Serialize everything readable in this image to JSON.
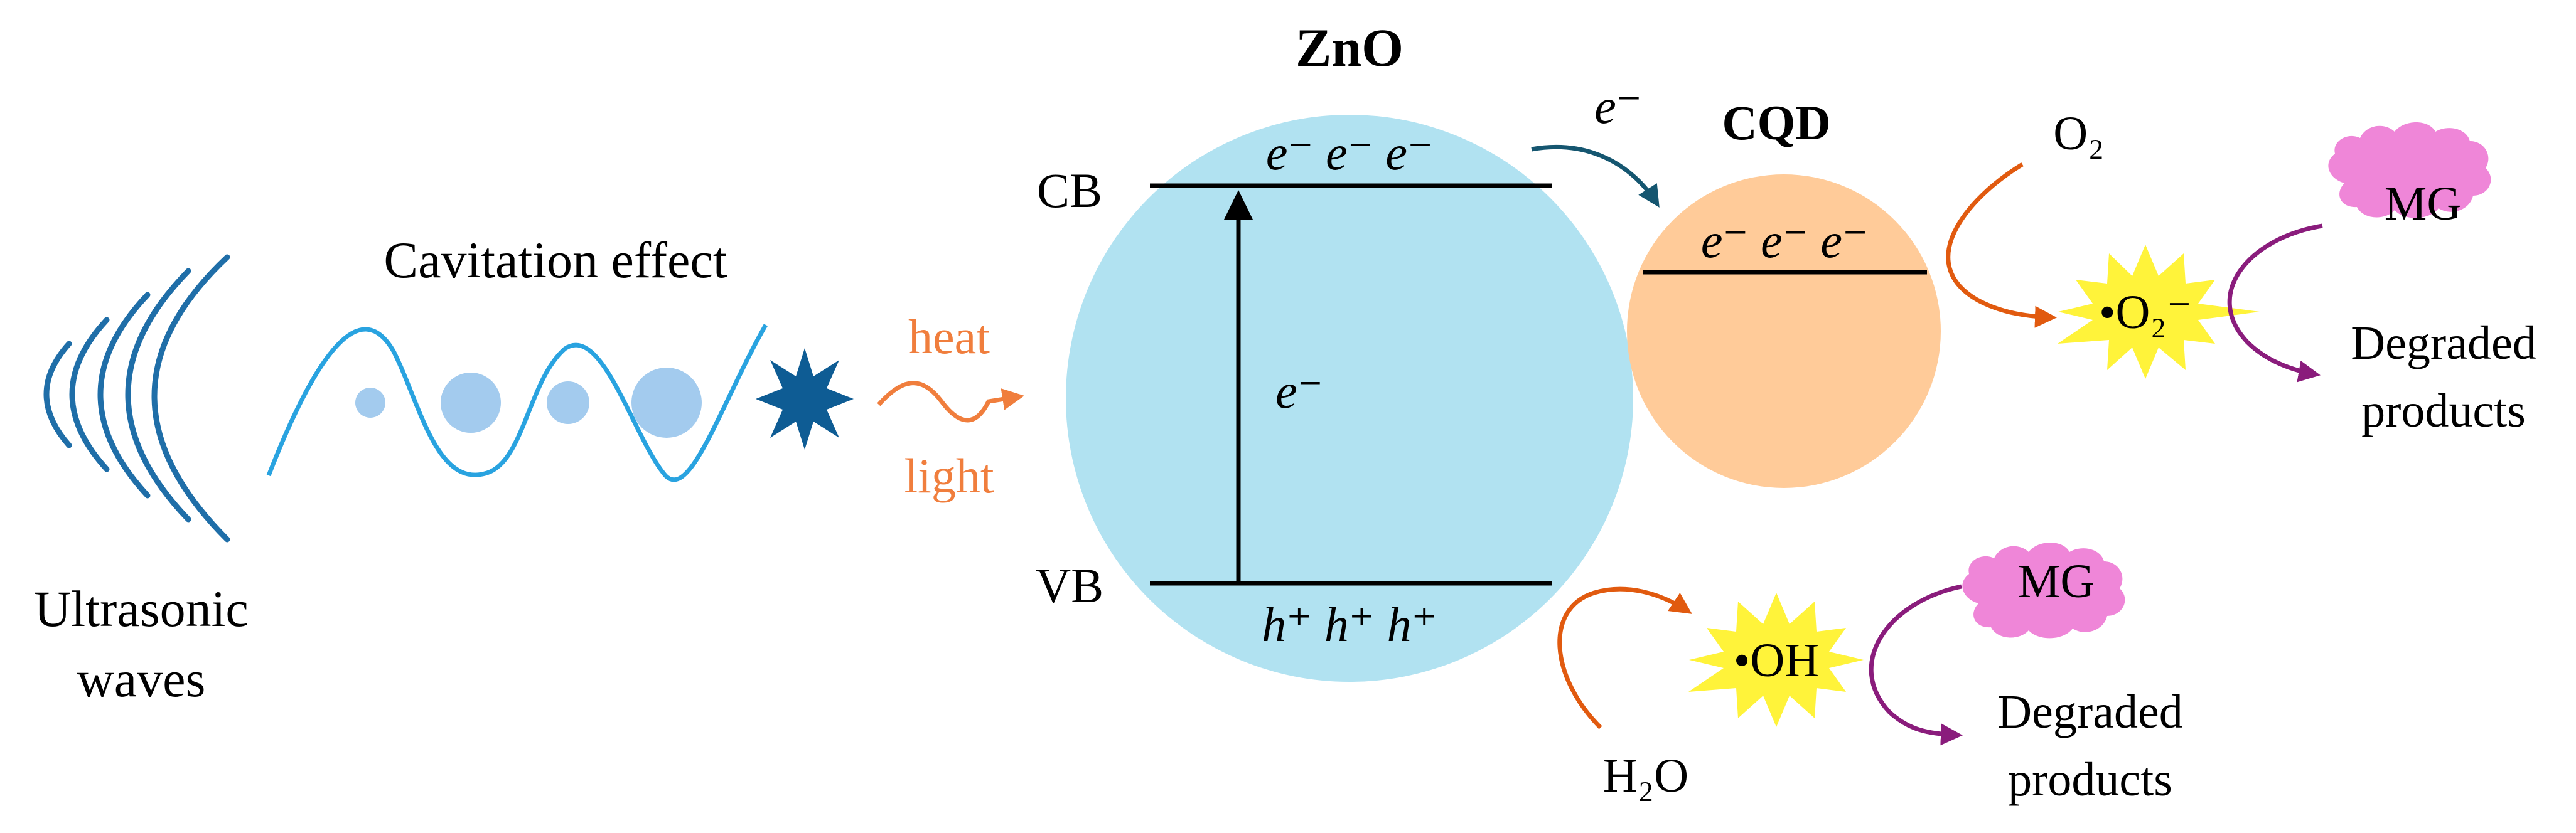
{
  "ultrasonic": {
    "label_line1": "Ultrasonic",
    "label_line2": "waves"
  },
  "cavitation": {
    "label": "Cavitation effect"
  },
  "energy": {
    "heat": "heat",
    "light": "light"
  },
  "zno": {
    "title": "ZnO",
    "cb_label": "CB",
    "vb_label": "VB",
    "cb_electrons": "e⁻ e⁻ e⁻",
    "excited_electron": "e⁻",
    "vb_holes": "h⁺ h⁺ h⁺"
  },
  "transfer": {
    "electron": "e⁻"
  },
  "cqd": {
    "title": "CQD",
    "electrons": "e⁻ e⁻ e⁻"
  },
  "superoxide_path": {
    "reactant": "O₂",
    "radical": "•O₂⁻",
    "pollutant": "MG",
    "products_line1": "Degraded",
    "products_line2": "products"
  },
  "hydroxyl_path": {
    "reactant": "H₂O",
    "radical": "•OH",
    "pollutant": "MG",
    "products_line1": "Degraded",
    "products_line2": "products"
  },
  "colors": {
    "wave_dark": "#1f6ea8",
    "wave_light": "#29a3e0",
    "bubble": "#a3cbee",
    "burst": "#0e5c94",
    "zno_fill": "#b1e2f1",
    "cqd_fill": "#ffcb99",
    "energy_text": "#f07e3d",
    "arrow_orange": "#e15a0f",
    "arrow_purple": "#8a1c7c",
    "arrow_teal": "#155670",
    "radical_fill": "#fff33a",
    "mg_fill": "#ef86d8"
  }
}
